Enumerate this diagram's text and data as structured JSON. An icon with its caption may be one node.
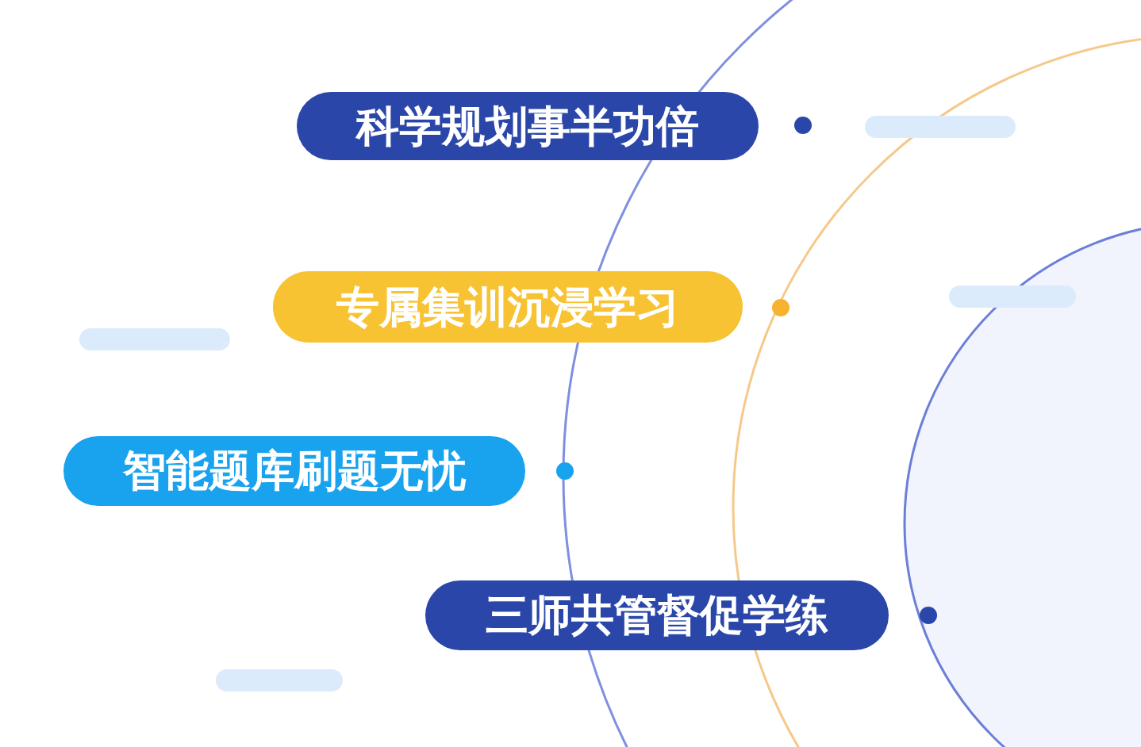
{
  "diagram": {
    "nodes": [
      {
        "text": [
          "科学规划事半功倍"
        ]
      },
      {
        "text": [],
        "shape": "bar"
      },
      {
        "text": [
          "专属集训沉浸学习"
        ]
      },
      {
        "text": [],
        "shape": "bar"
      },
      {
        "text": [],
        "shape": "bar"
      },
      {
        "text": [
          "智能题库刷题无忧"
        ]
      },
      {
        "text": [
          "三师共管督促学练"
        ]
      },
      {
        "text": [],
        "shape": "bar"
      }
    ]
  }
}
